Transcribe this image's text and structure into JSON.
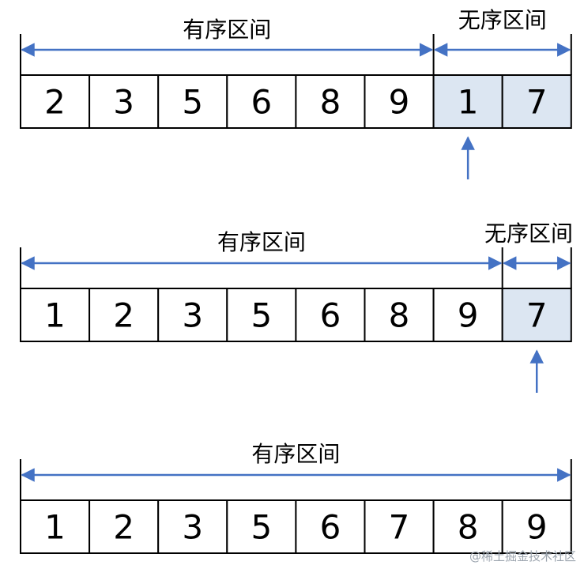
{
  "stages": [
    {
      "cells": [
        "2",
        "3",
        "5",
        "6",
        "8",
        "9",
        "1",
        "7"
      ],
      "sorted_count": 6,
      "sorted_label": "有序区间",
      "unsorted_label": "无序区间",
      "pointer_index": 6
    },
    {
      "cells": [
        "1",
        "2",
        "3",
        "5",
        "6",
        "8",
        "9",
        "7"
      ],
      "sorted_count": 7,
      "sorted_label": "有序区间",
      "unsorted_label": "无序区间",
      "pointer_index": 7
    },
    {
      "cells": [
        "1",
        "2",
        "3",
        "5",
        "6",
        "7",
        "8",
        "9"
      ],
      "sorted_count": 8,
      "sorted_label": "有序区间",
      "unsorted_label": "",
      "pointer_index": null
    }
  ],
  "colors": {
    "arrow": "#4472c4",
    "unsorted_fill": "#dce6f2",
    "sorted_fill": "#ffffff",
    "stroke": "#000000"
  },
  "watermark": "@稀土掘金技术社区"
}
